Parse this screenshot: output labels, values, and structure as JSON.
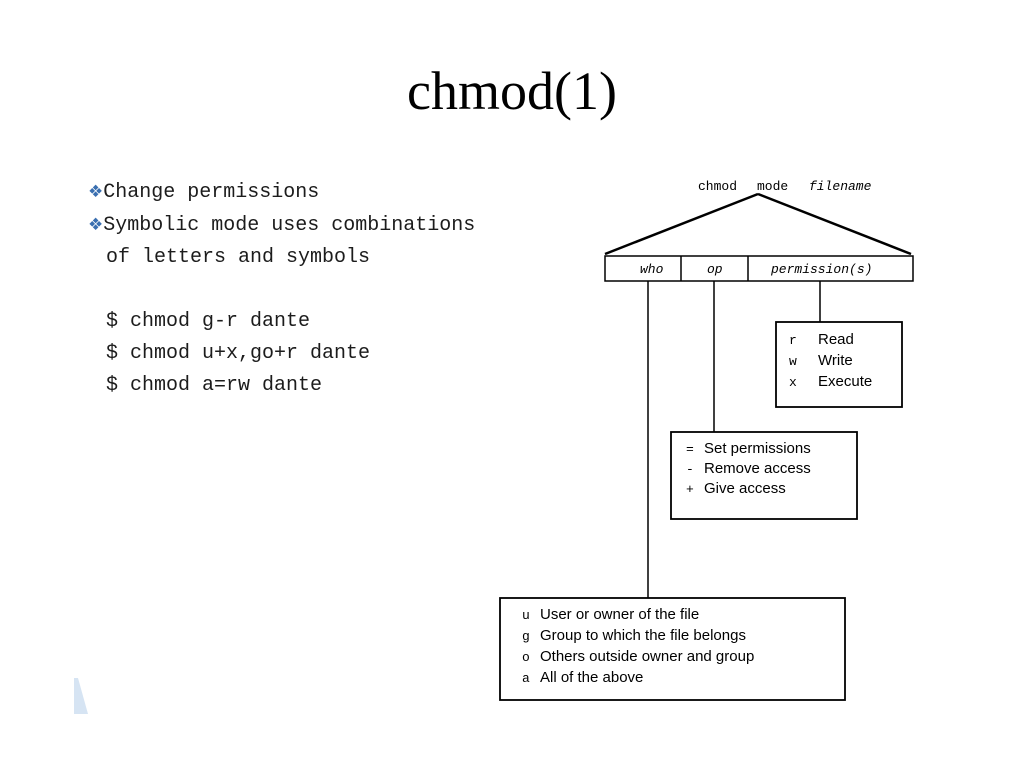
{
  "title": "chmod(1)",
  "bullets": [
    "Change permissions",
    "Symbolic mode uses combinations",
    "of letters and symbols"
  ],
  "commands": [
    "$ chmod g-r dante",
    "$ chmod u+x,go+r dante",
    "$ chmod a=rw dante"
  ],
  "diagram": {
    "syntax": {
      "cmd": "chmod",
      "mode": "mode",
      "file": "filename"
    },
    "fields": {
      "who": "who",
      "op": "op",
      "perm": "permission(s)"
    },
    "perm_box": [
      {
        "sym": "r",
        "text": "Read"
      },
      {
        "sym": "w",
        "text": "Write"
      },
      {
        "sym": "x",
        "text": "Execute"
      }
    ],
    "op_box": [
      {
        "sym": "=",
        "text": "Set permissions"
      },
      {
        "sym": "-",
        "text": "Remove access"
      },
      {
        "sym": "+",
        "text": "Give access"
      }
    ],
    "who_box": [
      {
        "sym": "u",
        "text": "User or owner of the file"
      },
      {
        "sym": "g",
        "text": "Group to which the file belongs"
      },
      {
        "sym": "o",
        "text": "Others outside owner and group"
      },
      {
        "sym": "a",
        "text": "All of the above"
      }
    ]
  },
  "colors": {
    "bullet": "#3a6fb0",
    "deco": "#d6e4f3"
  }
}
